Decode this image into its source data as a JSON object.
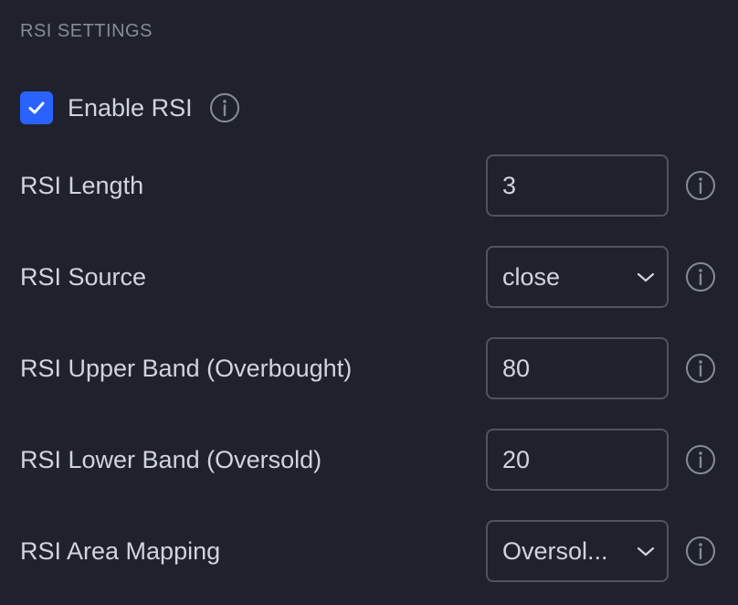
{
  "section": {
    "title": "RSI SETTINGS"
  },
  "enable": {
    "label": "Enable RSI",
    "checked": true
  },
  "fields": [
    {
      "label": "RSI Length",
      "value": "3",
      "kind": "input"
    },
    {
      "label": "RSI Source",
      "value": "close",
      "kind": "select"
    },
    {
      "label": "RSI Upper Band (Overbought)",
      "value": "80",
      "kind": "input"
    },
    {
      "label": "RSI Lower Band (Oversold)",
      "value": "20",
      "kind": "input"
    },
    {
      "label": "RSI Area Mapping",
      "value": "Oversol...",
      "kind": "select"
    }
  ],
  "colors": {
    "background": "#1f222d",
    "checkbox": "#2962ff",
    "text": "#d1d4dc",
    "muted": "#868b98",
    "border": "#50535e"
  },
  "icons": {
    "info": "info-icon",
    "check": "checkmark-icon",
    "dropdown": "chevron-down-icon"
  }
}
